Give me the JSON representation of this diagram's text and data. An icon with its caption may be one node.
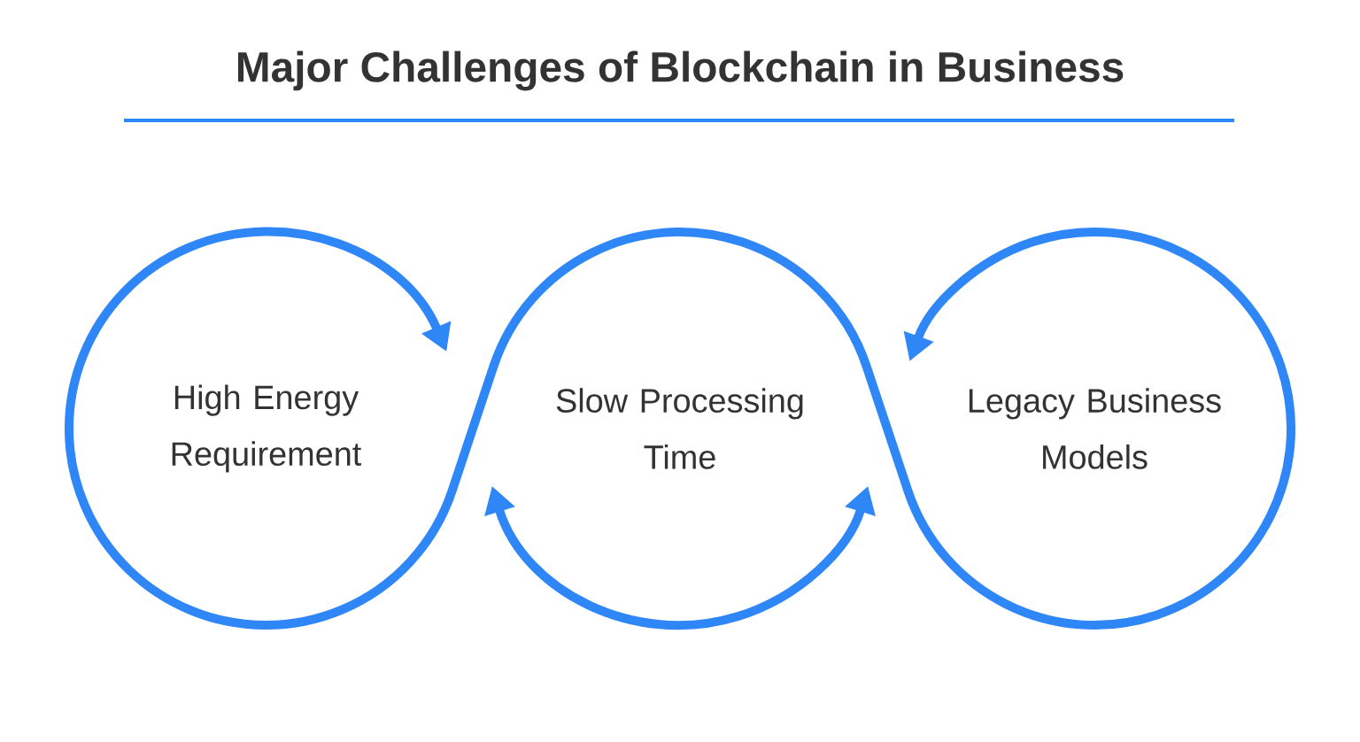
{
  "diagram": {
    "title": "Major Challenges of Blockchain in Business",
    "nodes": [
      {
        "text": [
          "High Energy Requirement"
        ]
      },
      {
        "text": [
          "Slow Processing Time"
        ]
      },
      {
        "text": [
          "Legacy Business Models"
        ]
      }
    ],
    "edges": [
      {
        "from": 0,
        "to": 2,
        "arrow": "both"
      }
    ]
  }
}
